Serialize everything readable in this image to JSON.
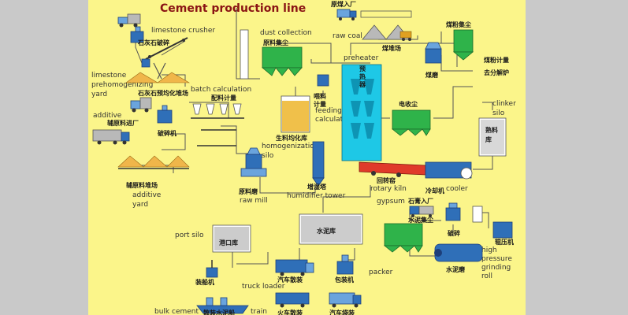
{
  "title": "Cement production line",
  "labels": {
    "limestone_crusher": "limestone crusher",
    "limestone_crusher_cn": "石灰石破碎",
    "dust_collection": "dust collection",
    "raw_coal_cn": "原煤入厂",
    "raw_coal": "raw coal",
    "coal_yard_cn": "煤堆场",
    "dust_collector_top_cn": "煤粉集尘",
    "preheater": "preheater",
    "preheater_cn": "预热器",
    "raw_material_dust_cn": "原料集尘",
    "limestone_prehomo": "limestone\nprehomogenizing\nyard",
    "limestone_prehomo_cn": "石灰石预均化堆场",
    "batch_calculation": "batch calculation",
    "batch_calculation_cn": "配料计量",
    "feed_meter_cn": "喂料\n计量",
    "coal_mill_cn": "煤磨",
    "coal_measure_cn": "煤粉计量",
    "coal_powder_cn": "去分解炉",
    "additive": "additive",
    "additive_cn": "辅原料进厂",
    "crusher_cn": "破碎机",
    "electric_dust_cn": "电收尘",
    "clinker_silo": "clinker\nsilo",
    "clinker_silo_cn": "熟料库",
    "feeding_calculation": "feeding\ncalculation",
    "homogenization_cn": "生料均化库",
    "homogenization": "homogenization\nsilo",
    "additive_yard_cn": "辅原料堆场",
    "additive_yard": "additive\nyard",
    "raw_mill_cn": "原料磨",
    "raw_mill": "raw mill",
    "humidifier_cn": "增湿塔",
    "humidifier": "humidifier tower",
    "rotary_kiln_cn": "回转窑",
    "rotary_kiln": "rotary kiln",
    "cooler_cn": "冷却机",
    "cooler": "cooler",
    "gypsum": "gypsum",
    "gypsum_cn": "石膏入厂",
    "port_silo": "port silo",
    "port_silo_cn": "港口库",
    "cement_silo_cn": "水泥库",
    "cement_dust_cn": "水泥集尘",
    "crushing_cn": "破碎",
    "roller_press_cn": "辊压机",
    "high_pressure": "high\npressure\ngrinding\nroll",
    "cement_mill_cn": "水泥磨",
    "ship_loader_cn": "装船机",
    "truck_loader_cn": "汽车散装",
    "truck_loader": "truck loader",
    "packer_cn": "包装机",
    "packer": "packer",
    "bulk_cement": "bulk cement",
    "bulk_cement_cn": "散装水泥船",
    "train": "train",
    "train_cn": "火车散装",
    "truck_bag_cn": "汽车袋装"
  },
  "colors": {
    "panel": "#fbf58a",
    "background": "#c9c9c9",
    "title": "#8a1414",
    "equipment_blue": "#2f6fb8",
    "dust_green": "#2fb34a",
    "kiln_red": "#e03a2a",
    "preheater_cyan": "#1ec8e6",
    "material_sand": "#f0b64a"
  }
}
